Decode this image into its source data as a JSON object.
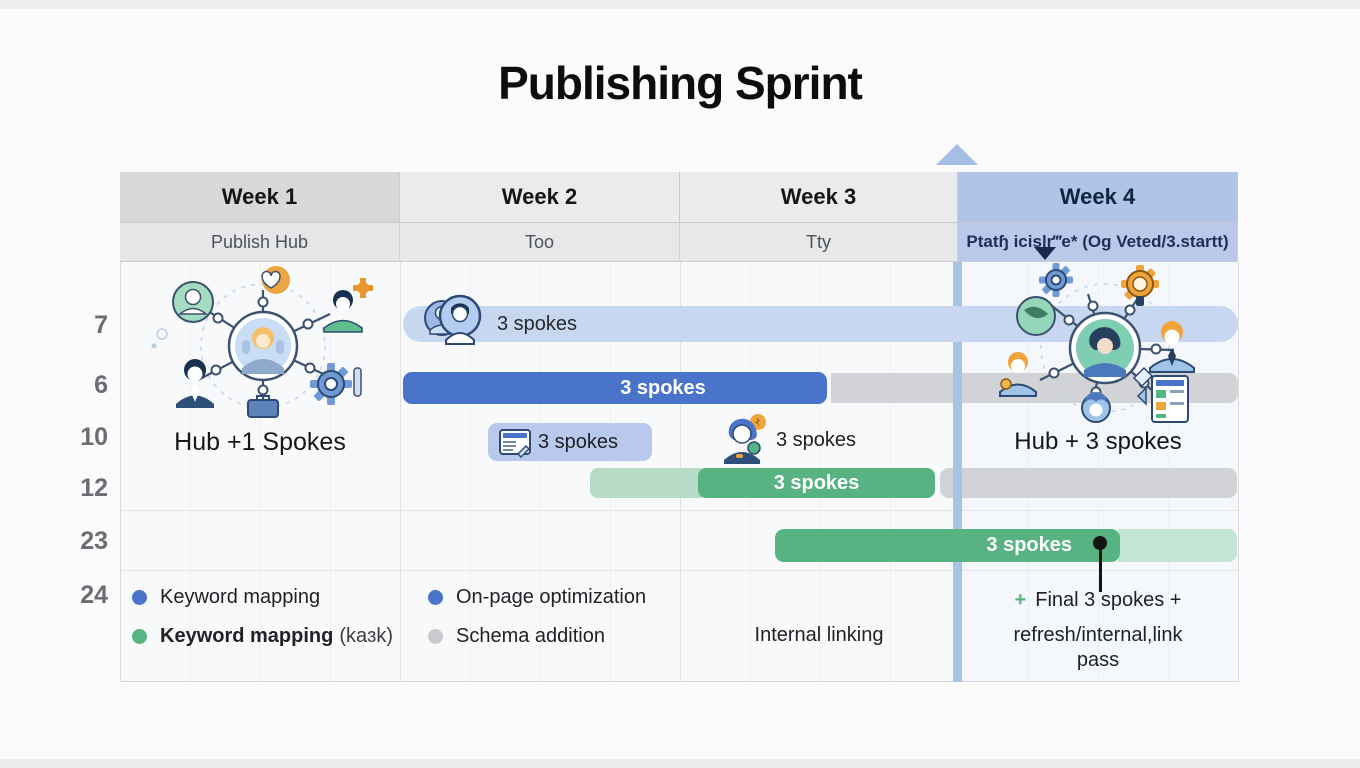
{
  "title": "Publishing Sprint",
  "columns": [
    {
      "week": "Week 1",
      "subtitle": "Publish Hub",
      "caption": "Hub +1 Spokes"
    },
    {
      "week": "Week 2",
      "subtitle": "Too"
    },
    {
      "week": "Week 3",
      "subtitle": "Tty"
    },
    {
      "week": "Week 4",
      "subtitle": "Ptatɧ icislr‴e* (Og Veted/3.startt)",
      "caption": "Hub + 3 spokes"
    }
  ],
  "rows": [
    "7",
    "6",
    "10",
    "12",
    "23",
    "24"
  ],
  "colors": {
    "bar_blue": "#4a74c9",
    "bar_light_blue": "#c7d7f0",
    "bar_box_blue": "#b9c9ee",
    "bar_green": "#58b382",
    "bar_light_green": "#b7dcc6",
    "bar_gray": "#d2d3d6",
    "week4_header": "#b1c4e8",
    "week4_line": "#a9c3e7",
    "legend_blue": "#4a74c9",
    "legend_green": "#57b483",
    "legend_gray": "#c9cbce"
  },
  "chart_data": {
    "type": "gantt",
    "title": "Publishing Sprint",
    "x_axis": {
      "unit": "week",
      "categories": [
        "Week 1",
        "Week 2",
        "Week 3",
        "Week 4"
      ]
    },
    "column_subtitles": [
      "Publish Hub",
      "Too",
      "Tty",
      "Ptatɧ icislr‴e* (Og Veted/3.startt)"
    ],
    "row_labels": [
      "7",
      "6",
      "10",
      "12",
      "23",
      "24"
    ],
    "legend_position": "bottom",
    "grid": true,
    "tasks": [
      {
        "row": "7",
        "label": "3 spokes",
        "start": 2.0,
        "end": 5.0,
        "style": "light-blue",
        "icon": "team-avatars-icon"
      },
      {
        "row": "6",
        "label": "3 spokes",
        "start": 2.0,
        "end": 3.52,
        "style": "blue",
        "extension": {
          "start": 3.53,
          "end": 5.0,
          "style": "gray"
        }
      },
      {
        "row": "10",
        "label": "3 spokes",
        "start": 2.31,
        "end": 2.9,
        "style": "light-blue-box",
        "icon": "document-icon"
      },
      {
        "row": "10",
        "label": "3 spokes",
        "start": 3.15,
        "end": 3.45,
        "style": "text-only",
        "icon": "person-badge-icon"
      },
      {
        "row": "12",
        "label": "3 spokes",
        "start": 2.68,
        "end": 3.92,
        "style": "green",
        "light_lead": {
          "start": 2.68,
          "end": 3.07
        },
        "extension": {
          "start": 3.94,
          "end": 5.0,
          "style": "gray"
        }
      },
      {
        "row": "23",
        "label": "3 spokes",
        "start": 3.34,
        "end": 4.58,
        "style": "green",
        "light_tail": {
          "start": 4.58,
          "end": 5.0
        },
        "marker": "connector-to-legend-note"
      }
    ],
    "highlight": {
      "column": "Week 4",
      "markers": [
        "up-triangle-above-header",
        "down-triangle-below-subtitle",
        "vertical-line-through-body"
      ]
    },
    "annotations": [
      "Hub +1 Spokes",
      "Hub + 3 spokes"
    ]
  },
  "legend": [
    {
      "dot": "blue",
      "label": "Keyword mapping"
    },
    {
      "dot": "green",
      "label": "Keyword mapping",
      "suffix": "(kaɜk)"
    },
    {
      "dot": "blue",
      "label": "On-page optimization"
    },
    {
      "dot": "gray",
      "label": "Schema addition"
    },
    {
      "label": "Internal linking"
    },
    {
      "plus": "+",
      "label": "Final 3 spokes +",
      "line2": "refresh/internal,link",
      "line3": "pass"
    }
  ]
}
